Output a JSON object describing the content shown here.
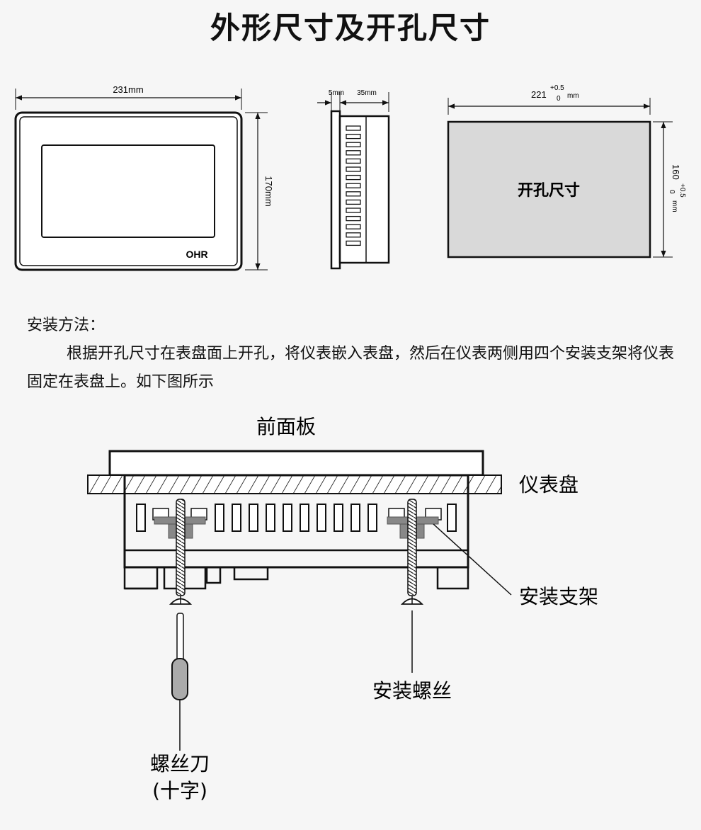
{
  "title": "外形尺寸及开孔尺寸",
  "front_view": {
    "width_label": "231mm",
    "height_label": "170mm",
    "brand": "OHR"
  },
  "side_view": {
    "bezel_label": "5mm",
    "depth_label": "35mm"
  },
  "cutout_view": {
    "width_main": "221",
    "width_tol_upper": "+0.5",
    "width_tol_lower": "0",
    "width_unit": "mm",
    "height_main": "160",
    "height_tol_upper": "+0.5",
    "height_tol_lower": "0",
    "height_unit": "mm",
    "center_label": "开孔尺寸"
  },
  "instructions": {
    "heading": "安装方法：",
    "body": "根据开孔尺寸在表盘面上开孔，将仪表嵌入表盘，然后在仪表两侧用四个安装支架将仪表固定在表盘上。如下图所示"
  },
  "installation_diagram": {
    "front_panel": "前面板",
    "instrument_panel": "仪表盘",
    "mounting_bracket": "安装支架",
    "mounting_screw": "安装螺丝",
    "screwdriver": "螺丝刀",
    "screwdriver_note": "(十字)"
  }
}
